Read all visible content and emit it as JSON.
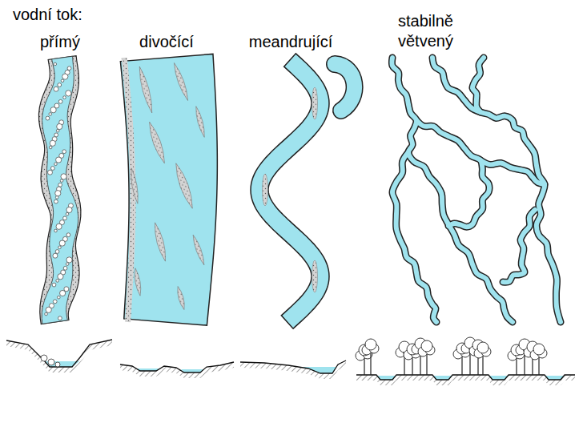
{
  "diagram": {
    "title": "vodní tok:",
    "labels": [
      "přímý",
      "divočící",
      "meandrující",
      "stabilně větvený"
    ]
  }
}
